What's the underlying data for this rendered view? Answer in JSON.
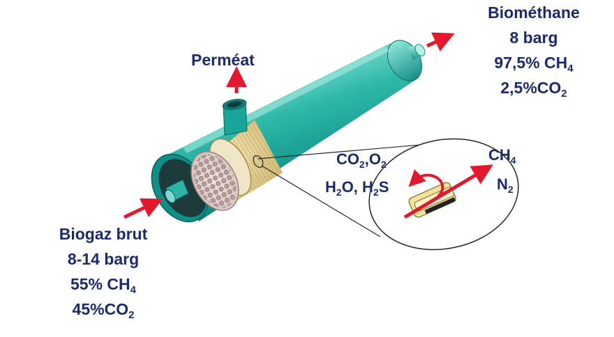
{
  "colors": {
    "label": "#1c2a6b",
    "arrow": "#e3182d",
    "tube_teal": "#1aa59a",
    "tube_light": "#5fd0c4",
    "fiber_bundle": "#e2cf8e",
    "hole": "#b79b9b"
  },
  "labels": {
    "permeat": "Perméat",
    "biomethane": {
      "name": "Biométhane",
      "pressure": "8 barg",
      "ch4": "97,5% CH",
      "ch4_sub": "4",
      "co2": "2,5%CO",
      "co2_sub": "2"
    },
    "biogaz": {
      "name": "Biogaz brut",
      "pressure": "8-14 barg",
      "ch4": "55% CH",
      "ch4_sub": "4",
      "co2": "45%CO",
      "co2_sub": "2"
    }
  },
  "inset": {
    "permeating": {
      "co2": "CO",
      "co2_sub": "2",
      "sep": ",",
      "o2": "O",
      "o2_sub": "2",
      "h2o_a": "H",
      "h2o_a_sub": "2",
      "h2o_b": "O, H",
      "h2s_sub": "2",
      "h2s_b": "S"
    },
    "retained": {
      "ch4": "CH",
      "ch4_sub": "4",
      "n2": "N",
      "n2_sub": "2"
    }
  }
}
